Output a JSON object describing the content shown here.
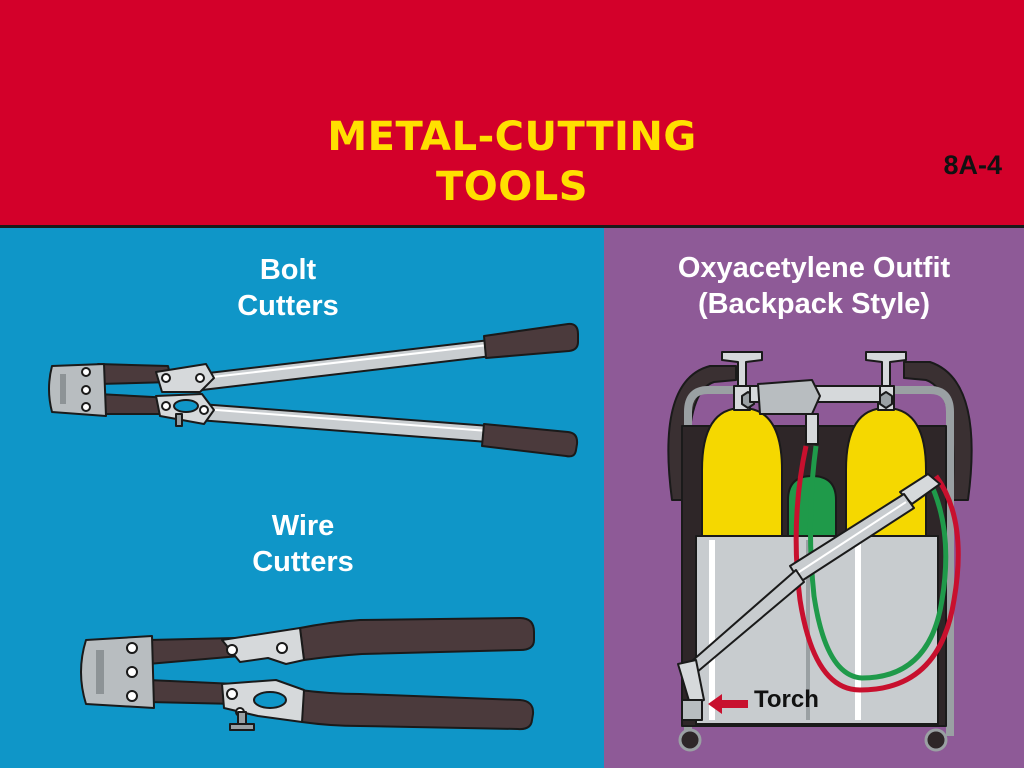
{
  "slide": {
    "title_line1": "METAL-CUTTING",
    "title_line2": "TOOLS",
    "number": "8A-4"
  },
  "bolt_cutters": {
    "line1": "Bolt",
    "line2": "Cutters"
  },
  "wire_cutters": {
    "line1": "Wire",
    "line2": "Cutters"
  },
  "oxyacetylene": {
    "line1": "Oxyacetylene Outfit",
    "line2": "(Backpack Style)",
    "torch_label": "Torch"
  },
  "colors": {
    "header": "#D3002A",
    "title": "#FFE000",
    "left_panel": "#0F96C8",
    "right_panel": "#8E5A97",
    "cylinder_yellow": "#F5D800",
    "cylinder_green": "#1F9A4A",
    "arrow_red": "#C8102E"
  }
}
